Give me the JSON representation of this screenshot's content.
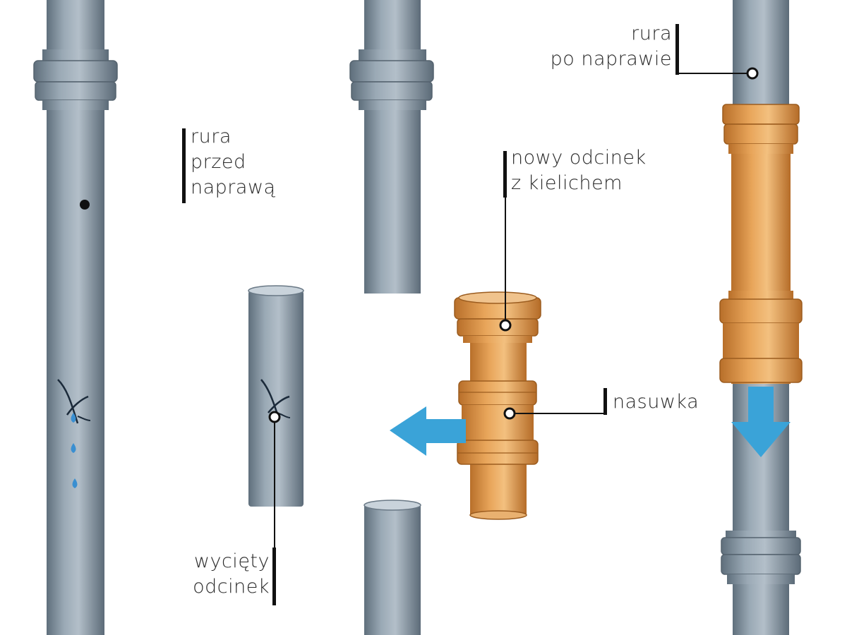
{
  "labels": {
    "pipe_before": [
      "rura",
      "przed",
      "naprawą"
    ],
    "cut_section": [
      "wycięty",
      "odcinek"
    ],
    "new_section": [
      "nowy odcinek",
      "z kielichem"
    ],
    "coupler": "nasuwka",
    "pipe_after": [
      "rura",
      "po naprawie"
    ]
  },
  "colors": {
    "pipe": "#8e9daa",
    "pipe_dark": "#5d6d7b",
    "pipe_light": "#b8c4cd",
    "orange": "#e39a4c",
    "orange_dark": "#b9712c",
    "orange_light": "#f2be83",
    "arrow": "#3aa3d8",
    "leader": "#111111"
  }
}
